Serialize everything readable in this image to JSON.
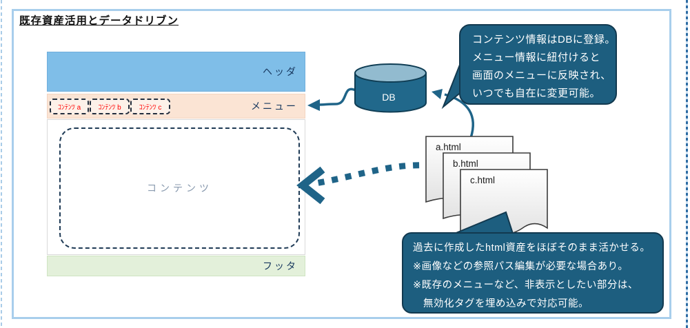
{
  "page": {
    "title": "既存資産活用とデータドリブン"
  },
  "mockup": {
    "header_label": "ヘッダ",
    "menu_label": "メニュー",
    "menu_items": [
      {
        "label": "ｺﾝﾃﾝﾂ a"
      },
      {
        "label": "ｺﾝﾃﾝﾂ b"
      },
      {
        "label": "ｺﾝﾃﾝﾂ c"
      }
    ],
    "content_label": "コンテンツ",
    "footer_label": "フッタ"
  },
  "db": {
    "label": "DB"
  },
  "files": [
    {
      "name": "a.html"
    },
    {
      "name": "b.html"
    },
    {
      "name": "c.html"
    }
  ],
  "callouts": {
    "db_note": {
      "lines": [
        "コンテンツ情報はDBに登録。",
        "メニュー情報に紐付けると",
        "画面のメニューに反映され、",
        "いつでも自在に変更可能。"
      ]
    },
    "html_note": {
      "lines": [
        "過去に作成したhtml資産をほぼそのまま活かせる。",
        "※画像などの参照パス編集が必要な場合あり。",
        "※既存のメニューなど、非表示としたい部分は、",
        "　無効化タグを埋め込みで対応可能。"
      ]
    }
  },
  "colors": {
    "frame_border": "#A8CEEC",
    "header_fill": "#7FBEE8",
    "menu_fill": "#FBE4D4",
    "footer_fill": "#E3F0DA",
    "section_label_text": "#17375E",
    "menu_item_text": "#FF0000",
    "accent_teal": "#1F6488",
    "callout_fill": "#1D5E7F",
    "callout_border": "#12394F",
    "callout_text": "#FFFFFF"
  }
}
